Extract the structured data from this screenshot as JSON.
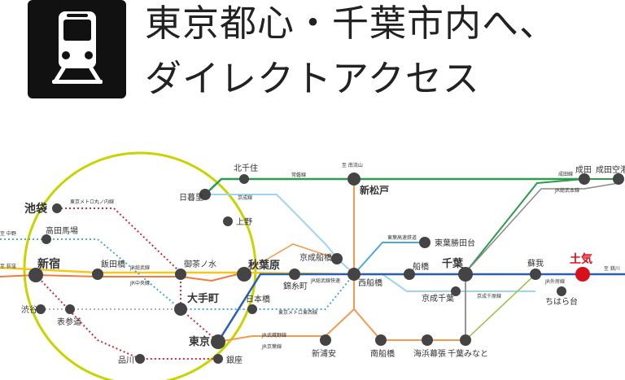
{
  "title": {
    "line1": "東京都心・千葉市内へ、",
    "line2": "ダイレクトアクセス"
  },
  "icon": "train-front-icon",
  "colors": {
    "yamanote": "#c8d400",
    "keisei": "#2e9a4f",
    "keisei_light": "#9fd3f0",
    "sobu": "#f3c81d",
    "chuo": "#ef7c3a",
    "musashino": "#f29b4e",
    "keiyo": "#e6455b",
    "shinjuku_line": "#8ec43f",
    "sobu_rapid": "#2b5fb4",
    "metro": "#d4293b",
    "asakusa": "#e27c87",
    "tozai": "#4aa8dc",
    "shinkeisei": "#ec9a5c",
    "narita_airport": "#8a8a8a",
    "highlight": "#d7101c",
    "node": "#444444"
  },
  "stations": {
    "ikebukuro": "池袋",
    "takadanobaba": "高田馬場",
    "shinjuku": "新宿",
    "shibuya": "渋谷",
    "omotesando": "表参道",
    "shinagawa": "品川",
    "iidabashi": "飯田橋",
    "ochanomizu": "御茶ノ水",
    "otemachi": "大手町",
    "tokyo": "東京",
    "ginza": "銀座",
    "nihonbashi": "日本橋",
    "akihabara": "秋葉原",
    "nippori": "日暮里",
    "ueno": "上野",
    "kitasenju": "北千住",
    "shinmatsudo": "新松戸",
    "keiseifunabashi": "京成船橋",
    "kinshicho": "錦糸町",
    "nishifunabashi": "西船橋",
    "toyokatsutadai": "東葉勝田台",
    "funabashi": "船橋",
    "keiseichiba": "京成千葉",
    "chiba": "千葉",
    "shinurayasu": "新浦安",
    "minamifunabashi": "南船橋",
    "kaihinmakuhari": "海浜幕張",
    "chibaminato": "千葉みなと",
    "soga": "蘇我",
    "chiharadai": "ちはら台",
    "toke": "土気",
    "narita": "成田",
    "narita_airport": "成田空港"
  },
  "lines": {
    "marunouchi": "東京メトロ丸ノ内線",
    "sobu": "JR総武線",
    "chuo": "JR中央線",
    "joban": "常磐線",
    "keisei": "京成線",
    "sobu_rapid": "JR総武線快速",
    "tozai": "東京メトロ東西線",
    "toyo": "東葉高速鉄道",
    "musashino": "JR武蔵野線",
    "keiyo": "JR京葉線",
    "chiba_urban": "京成千原線",
    "sotobo": "JR外房線",
    "narita": "成田線",
    "sobu_main": "JR総武本線"
  },
  "directions": {
    "nakano": "至 中野",
    "ogikubo": "至 荻窪",
    "minamiNagareyama": "至 南流山",
    "chosi": "至 銚川"
  }
}
